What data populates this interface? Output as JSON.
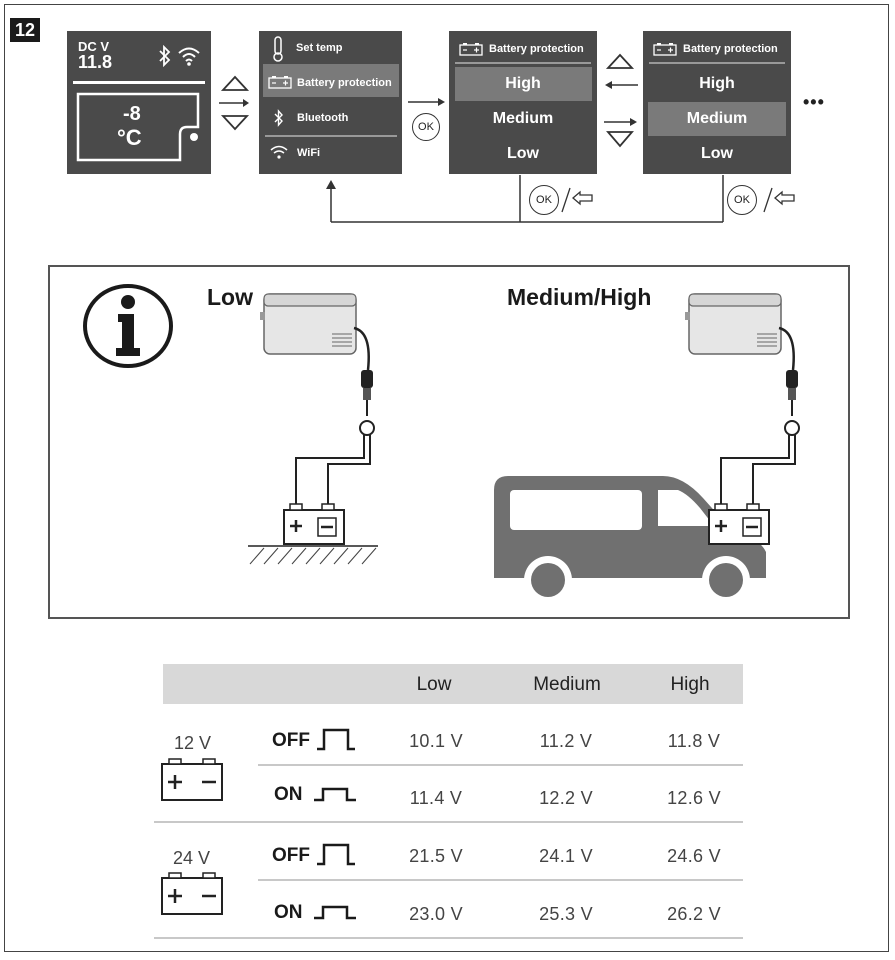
{
  "figure_number": "12",
  "screens": {
    "home": {
      "unit": "DC V",
      "voltage": "11.8",
      "temp_value": "-8",
      "temp_unit": "°C"
    },
    "menu": {
      "items": [
        "Set temp",
        "Battery protection",
        "Bluetooth",
        "WiFi"
      ]
    },
    "bp1": {
      "title": "Battery protection",
      "options": [
        "High",
        "Medium",
        "Low"
      ]
    },
    "bp2": {
      "title": "Battery protection",
      "options": [
        "High",
        "Medium",
        "Low"
      ]
    },
    "ok": "OK",
    "more": "•••"
  },
  "info": {
    "low_label": "Low",
    "medhigh_label": "Medium/High"
  },
  "table": {
    "columns": [
      "Low",
      "Medium",
      "High"
    ],
    "groups": [
      {
        "voltage": "12 V",
        "rows": [
          {
            "state": "OFF",
            "values": [
              "10.1 V",
              "11.2 V",
              "11.8 V"
            ]
          },
          {
            "state": "ON",
            "values": [
              "11.4 V",
              "12.2 V",
              "12.6 V"
            ]
          }
        ]
      },
      {
        "voltage": "24 V",
        "rows": [
          {
            "state": "OFF",
            "values": [
              "21.5 V",
              "24.1 V",
              "24.6 V"
            ]
          },
          {
            "state": "ON",
            "values": [
              "23.0 V",
              "25.3 V",
              "26.2 V"
            ]
          }
        ]
      }
    ]
  }
}
